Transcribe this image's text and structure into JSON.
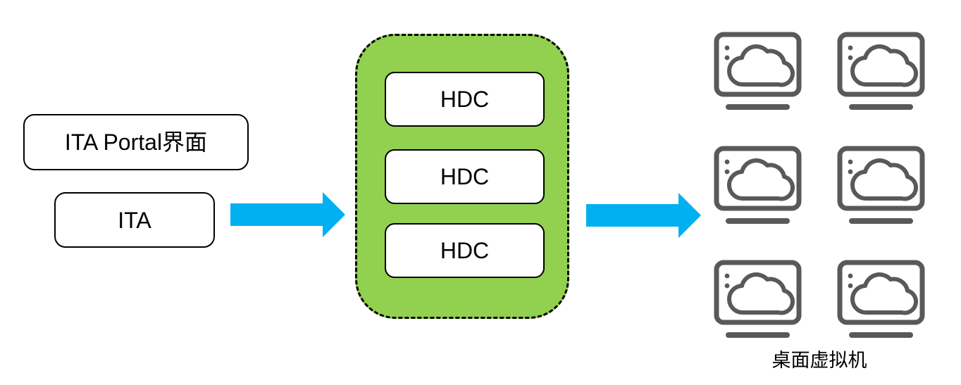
{
  "nodes": {
    "ita_portal": {
      "label": "ITA Portal界面"
    },
    "ita": {
      "label": "ITA"
    },
    "hdc_cluster": {
      "boxes": [
        {
          "label": "HDC"
        },
        {
          "label": "HDC"
        },
        {
          "label": "HDC"
        }
      ]
    },
    "vm_grid": {
      "caption": "桌面虚拟机",
      "icon": "cloud-desktop-monitor-icon",
      "count": 6
    }
  },
  "arrows": [
    {
      "name": "ita-to-hdc",
      "direction": "right"
    },
    {
      "name": "hdc-to-vm",
      "direction": "right"
    }
  ],
  "colors": {
    "arrow_blue": "#00B0F0",
    "cluster_green": "#92D050",
    "icon_gray": "#595959",
    "border_black": "#000000"
  }
}
